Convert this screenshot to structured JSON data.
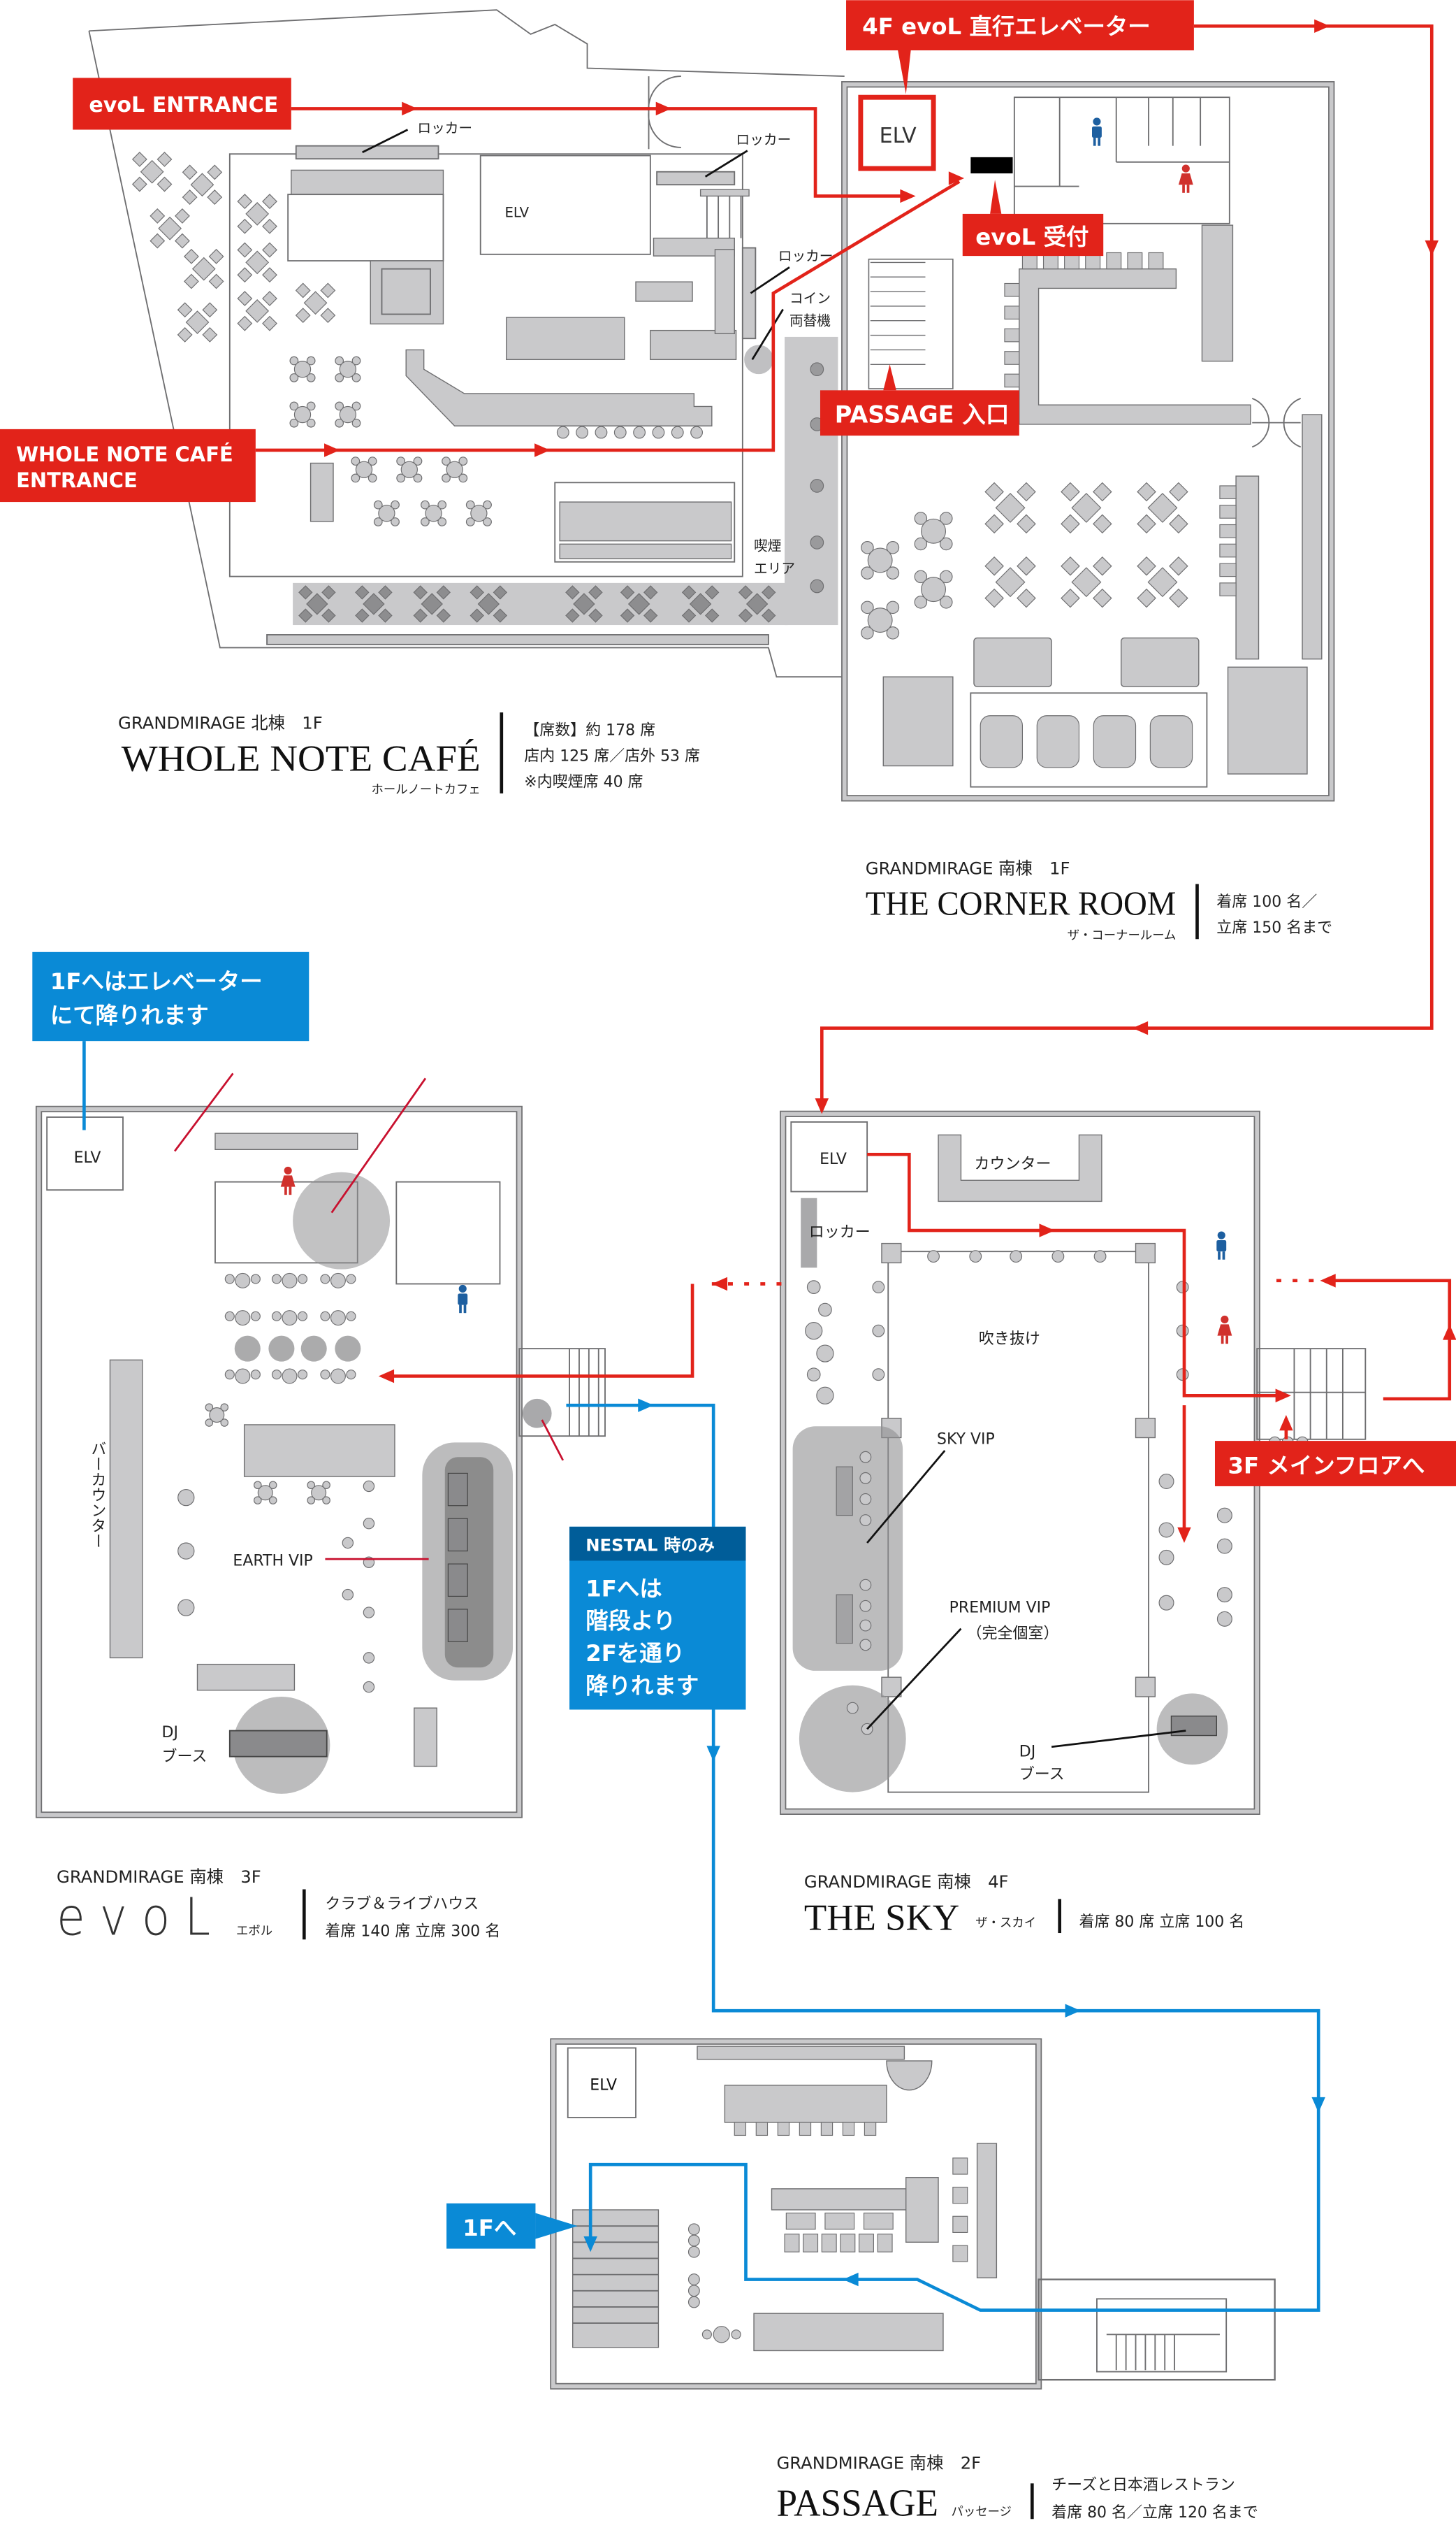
{
  "colors": {
    "red": "#e2231a",
    "blue": "#0a8ad6",
    "blue_dark": "#005d99",
    "gray": "#c9c9cb"
  },
  "callouts": {
    "evol_entrance": "evoL ENTRANCE",
    "whole_note_entrance_line1": "WHOLE NOTE CAFÉ",
    "whole_note_entrance_line2": "ENTRANCE",
    "evol_direct_elevator": "4F evoL 直行エレベーター",
    "evol_reception": "evoL 受付",
    "passage_entrance": "PASSAGE 入口",
    "to_3f_main_floor": "3F メインフロアへ",
    "elevator_to_1f_line1": "1Fへはエレベーター",
    "elevator_to_1f_line2": "にて降りれます",
    "nestal_header": "NESTAL 時のみ",
    "nestal_lines": [
      "1Fへは",
      "階段より",
      "2Fを通り",
      "降りれます"
    ],
    "to_1f": "1Fへ"
  },
  "floors": {
    "whole_note_cafe": {
      "building": "GRANDMIRAGE 北棟　1F",
      "name": "WHOLE NOTE CAFÉ",
      "kana": "ホールノートカフェ",
      "info": [
        "【席数】約 178 席",
        "店内 125 席／店外 53 席",
        "※内喫煙席 40 席"
      ],
      "labels": {
        "locker1": "ロッカー",
        "locker2": "ロッカー",
        "locker3": "ロッカー",
        "elv": "ELV",
        "coin1": "コイン",
        "coin2": "両替機",
        "smoke1": "喫煙",
        "smoke2": "エリア"
      }
    },
    "corner_room": {
      "building": "GRANDMIRAGE 南棟　1F",
      "name": "THE CORNER ROOM",
      "kana": "ザ・コーナールーム",
      "info": [
        "着席 100 名／",
        "立席 150 名まで"
      ],
      "labels": {
        "elv": "ELV"
      }
    },
    "evol": {
      "building": "GRANDMIRAGE 南棟　3F",
      "name": "evoL",
      "kana": "エボル",
      "info": [
        "クラブ＆ライブハウス",
        "着席 140 席 立席 300 名"
      ],
      "labels": {
        "elv": "ELV",
        "bar_counter": "バーカウンター",
        "earth_vip": "EARTH VIP",
        "dj1": "DJ",
        "dj2": "ブース"
      }
    },
    "the_sky": {
      "building": "GRANDMIRAGE 南棟　4F",
      "name": "THE SKY",
      "kana": "ザ・スカイ",
      "info": [
        "着席 80 席 立席 100 名"
      ],
      "labels": {
        "elv": "ELV",
        "counter": "カウンター",
        "locker": "ロッカー",
        "atrium": "吹き抜け",
        "sky_vip": "SKY VIP",
        "premium_vip": "PREMIUM VIP",
        "premium_vip_note": "（完全個室）",
        "dj1": "DJ",
        "dj2": "ブース"
      }
    },
    "passage": {
      "building": "GRANDMIRAGE 南棟　2F",
      "name": "PASSAGE",
      "kana": "パッセージ",
      "info": [
        "チーズと日本酒レストラン",
        "着席 80 名／立席 120 名まで"
      ],
      "labels": {
        "elv": "ELV"
      }
    }
  }
}
